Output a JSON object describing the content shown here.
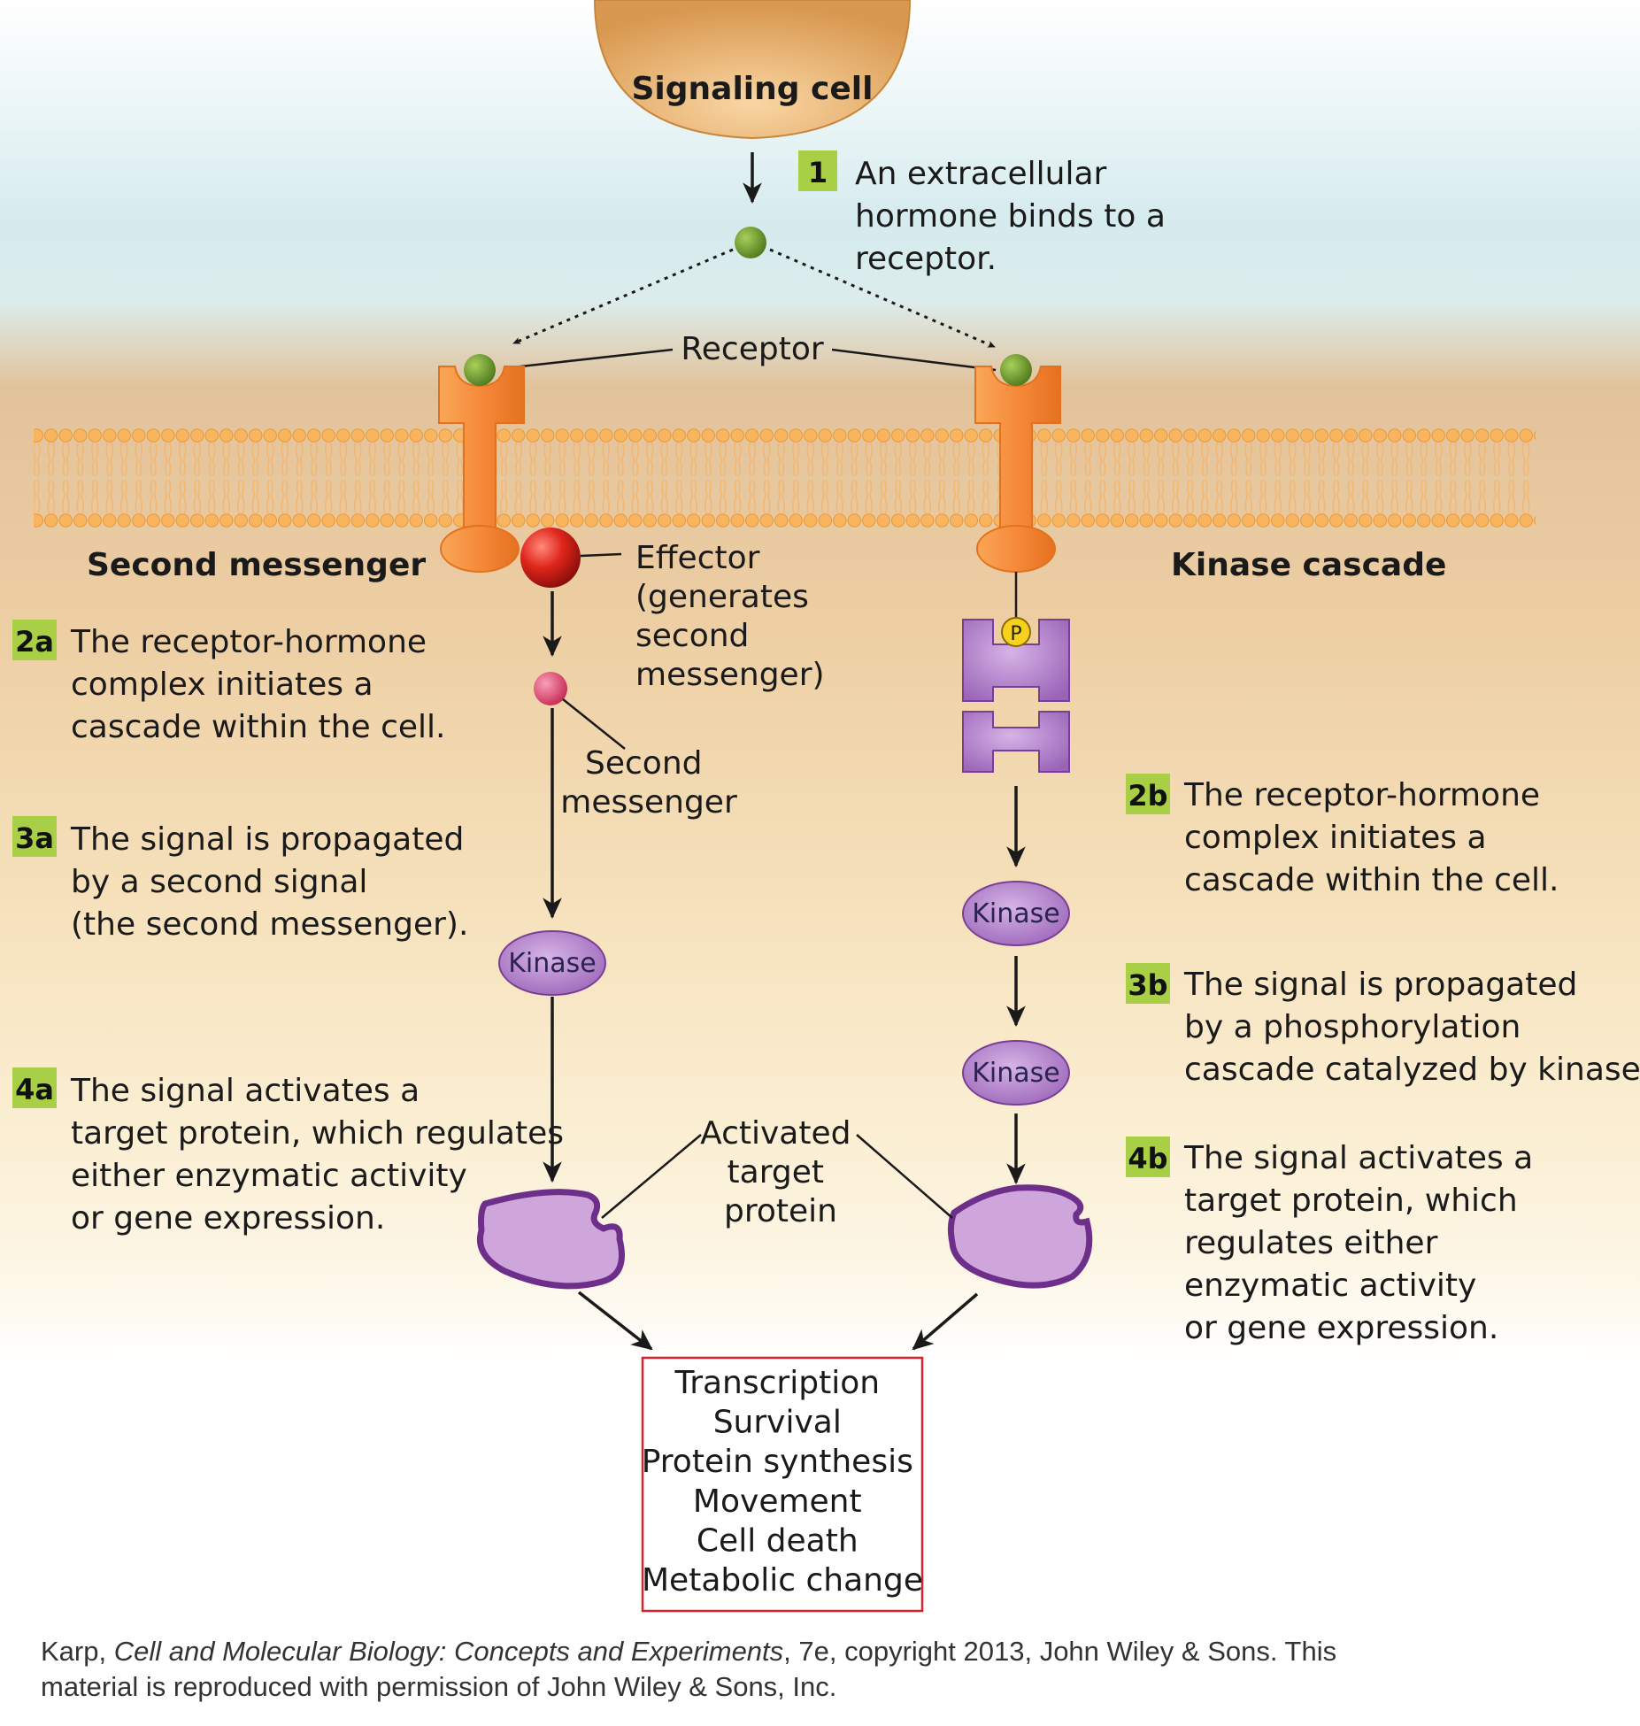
{
  "signaling_cell": "Signaling cell",
  "steps": {
    "s1": {
      "num": "1",
      "lines": [
        "An extracellular",
        "hormone binds to a",
        "receptor."
      ]
    },
    "s2a": {
      "num": "2a",
      "lines": [
        "The receptor-hormone",
        "complex initiates a",
        "cascade within the cell."
      ]
    },
    "s3a": {
      "num": "3a",
      "lines": [
        "The signal is propagated",
        "by a second signal",
        "(the second messenger)."
      ]
    },
    "s4a": {
      "num": "4a",
      "lines": [
        "The signal activates a",
        "target protein, which regulates",
        "either enzymatic activity",
        "or gene expression."
      ]
    },
    "s2b": {
      "num": "2b",
      "lines": [
        "The receptor-hormone",
        "complex initiates a",
        "cascade within the cell."
      ]
    },
    "s3b": {
      "num": "3b",
      "lines": [
        "The signal is propagated",
        "by a phosphorylation",
        "cascade catalyzed by kinases."
      ]
    },
    "s4b": {
      "num": "4b",
      "lines": [
        "The signal activates a",
        "target protein, which",
        "regulates either",
        "enzymatic activity",
        "or gene expression."
      ]
    }
  },
  "labels": {
    "receptor": "Receptor",
    "second_messenger_heading": "Second messenger",
    "kinase_cascade_heading": "Kinase cascade",
    "effector": [
      "Effector",
      "(generates",
      "second",
      "messenger)"
    ],
    "second_messenger": [
      "Second",
      "messenger"
    ],
    "kinase": "Kinase",
    "phosphate": "P",
    "activated_target": [
      "Activated",
      "target",
      "protein"
    ]
  },
  "outcomes": [
    "Transcription",
    "Survival",
    "Protein synthesis",
    "Movement",
    "Cell death",
    "Metabolic change"
  ],
  "credit": {
    "author": "Karp, ",
    "title": "Cell and Molecular Biology: Concepts and Experiments",
    "rest1": ", 7e, copyright 2013, John Wiley & Sons. This",
    "line2": "material is reproduced with permission of John Wiley & Sons, Inc."
  },
  "colors": {
    "badge": "#a8cf45",
    "receptor": "#f7923a",
    "kinase": "#b98bd0",
    "outcome_border": "#d8232a",
    "effector": "#d9241f",
    "hormone": "#6e9a2a"
  }
}
